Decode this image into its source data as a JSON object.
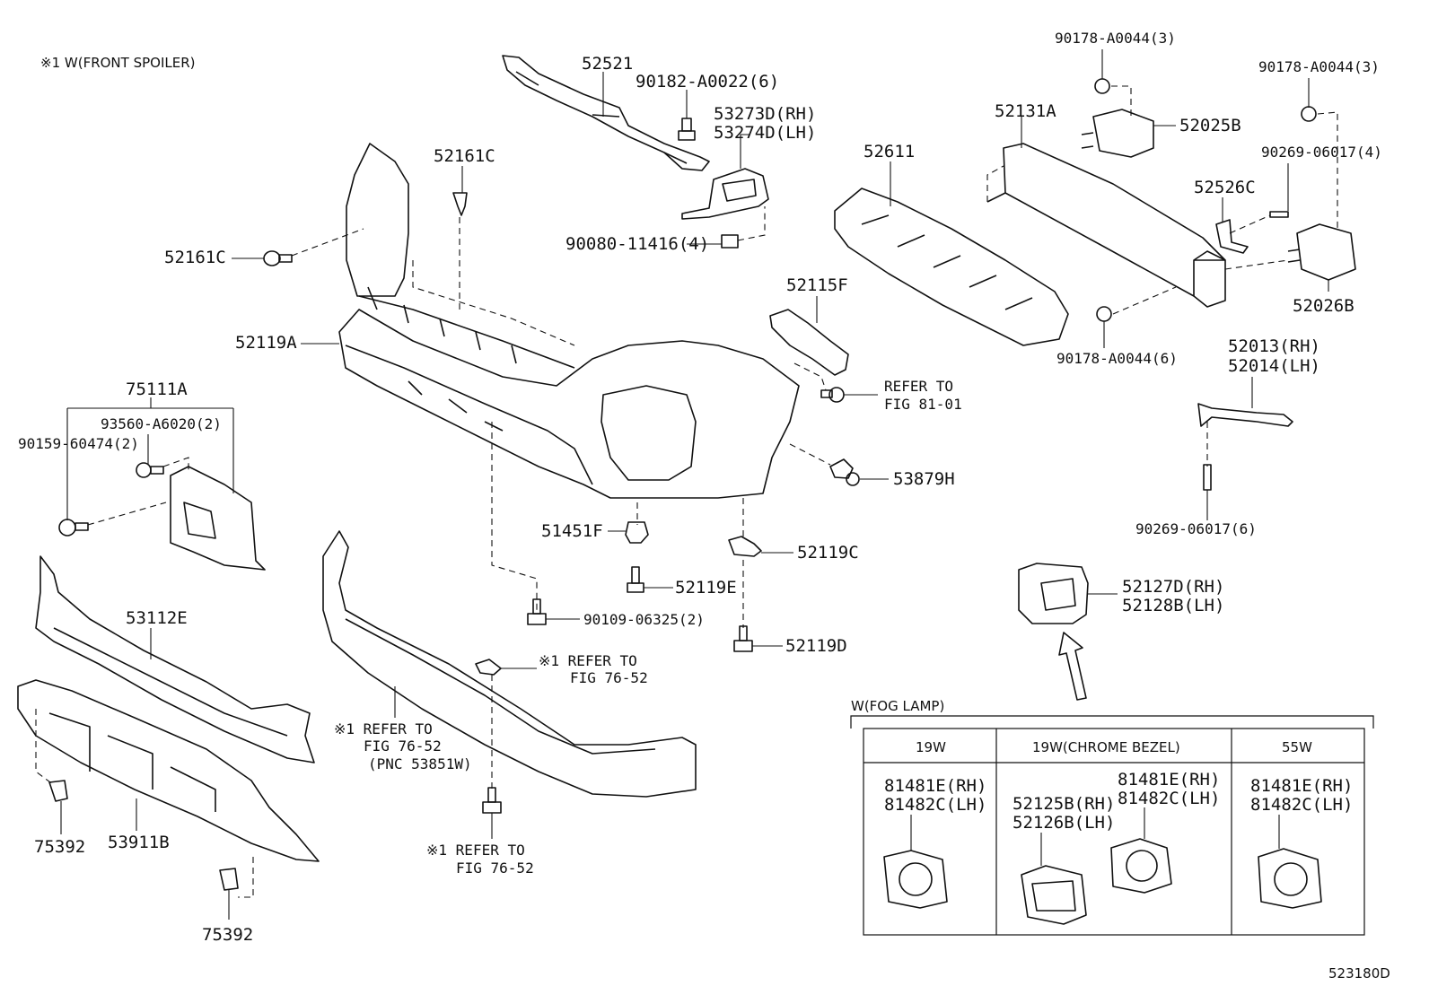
{
  "header_note": "※1 W(FRONT SPOILER)",
  "footer_code": "523180D",
  "labels": {
    "p52521": "52521",
    "p90182": "90182-A0022(6)",
    "p53273": "53273D(RH)",
    "p53274": "53274D(LH)",
    "p90080": "90080-11416(4)",
    "p52161c_top": "52161C",
    "p52161c_left": "52161C",
    "p52119a": "52119A",
    "p75111a": "75111A",
    "p93560": "93560-A6020(2)",
    "p90159": "90159-60474(2)",
    "p53112e": "53112E",
    "p53911b": "53911B",
    "p75392_a": "75392",
    "p75392_b": "75392",
    "p51451f": "51451F",
    "p52119e": "52119E",
    "p90109": "90109-06325(2)",
    "p52119c": "52119C",
    "p52119d": "52119D",
    "p53879h": "53879H",
    "p52115f": "52115F",
    "refer_81_a": "REFER TO",
    "refer_81_b": "FIG 81-01",
    "p52611": "52611",
    "p52131a": "52131A",
    "p90178_top": "90178-A0044(3)",
    "p52025b": "52025B",
    "p90178_right": "90178-A0044(3)",
    "p90269_4": "90269-06017(4)",
    "p52526c": "52526C",
    "p52026b": "52026B",
    "p90178_bottom": "90178-A0044(6)",
    "p52013": "52013(RH)",
    "p52014": "52014(LH)",
    "p90269_6": "90269-06017(6)",
    "p52127d": "52127D(RH)",
    "p52128b": "52128B(LH)",
    "refer_7652_a1": "※1 REFER TO",
    "refer_7652_a2": "FIG 76-52",
    "refer_7652_b1": "※1 REFER TO",
    "refer_7652_b2": "FIG 76-52",
    "refer_7652_b3": "(PNC 53851W)",
    "refer_7652_c1": "※1 REFER TO",
    "refer_7652_c2": "FIG 76-52"
  },
  "fog_table": {
    "title": "W(FOG LAMP)",
    "columns": [
      "19W",
      "19W(CHROME BEZEL)",
      "55W"
    ],
    "col1_parts": [
      "81481E(RH)",
      "81482C(LH)"
    ],
    "col2_parts_a": [
      "52125B(RH)",
      "52126B(LH)"
    ],
    "col2_parts_b": [
      "81481E(RH)",
      "81482C(LH)"
    ],
    "col3_parts": [
      "81481E(RH)",
      "81482C(LH)"
    ]
  }
}
